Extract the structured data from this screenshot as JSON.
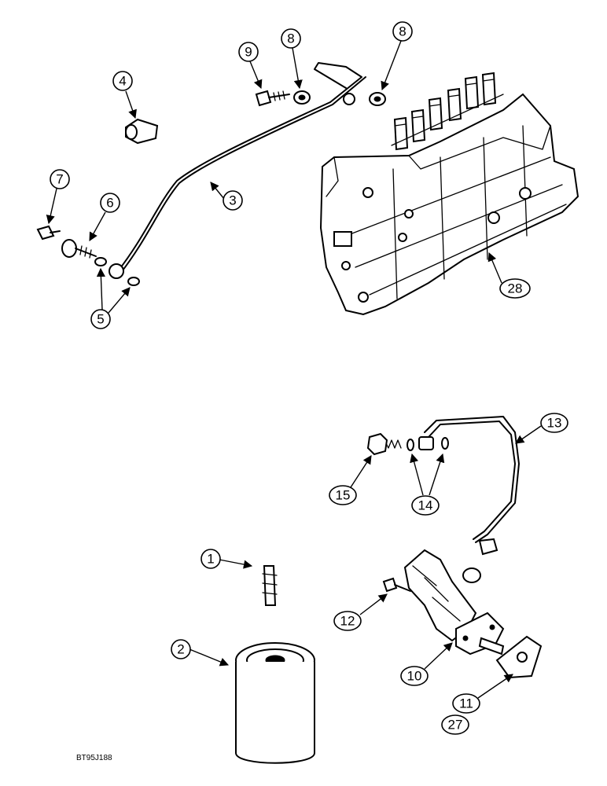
{
  "callouts": {
    "c1": "1",
    "c2": "2",
    "c3": "3",
    "c4": "4",
    "c5": "5",
    "c6": "6",
    "c7": "7",
    "c8a": "8",
    "c8b": "8",
    "c9": "9",
    "c10": "10",
    "c11": "11",
    "c12": "12",
    "c13": "13",
    "c14": "14",
    "c15": "15",
    "c27": "27",
    "c28": "28"
  },
  "reference_code": "BT95J188"
}
